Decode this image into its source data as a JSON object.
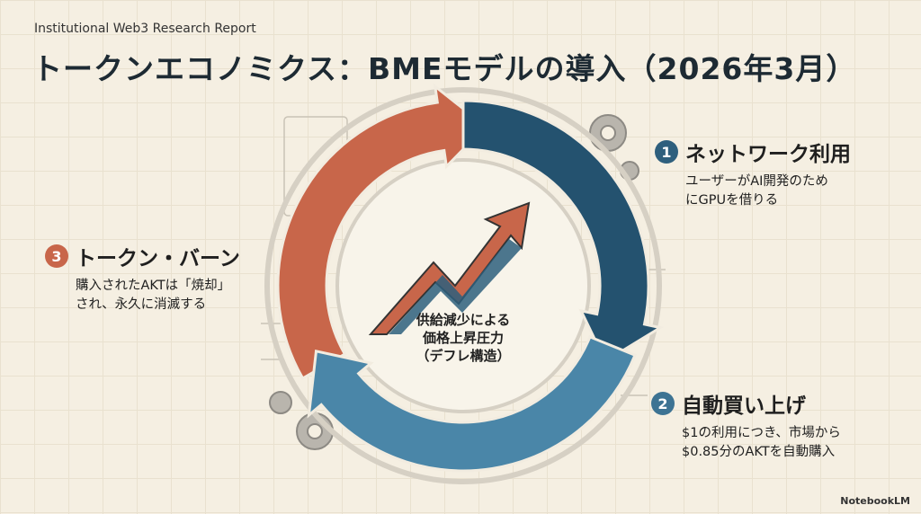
{
  "header": {
    "subtitle": "Institutional Web3 Research Report",
    "title": "トークンエコノミクス：BMEモデルの導入（2026年3月）"
  },
  "steps": [
    {
      "number": "1",
      "title": "ネットワーク利用",
      "lines": [
        "ユーザーがAI開発のため",
        "にGPUを借りる"
      ],
      "color": "#2e5f7d"
    },
    {
      "number": "2",
      "title": "自動買い上げ",
      "lines": [
        "$1の利用につき、市場から",
        "$0.85分のAKTを自動購入"
      ],
      "color": "#3d7393"
    },
    {
      "number": "3",
      "title": "トークン・バーン",
      "lines": [
        "購入されたAKTは「焼却」",
        "され、永久に消滅する"
      ],
      "color": "#c8664a"
    }
  ],
  "center": {
    "lines": [
      "供給減少による",
      "価格上昇圧力",
      "（デフレ構造）"
    ]
  },
  "brand": "NotebookLM",
  "colors": {
    "orange": "#c8664a",
    "dark_blue": "#24526f",
    "light_blue": "#4a86a8"
  }
}
